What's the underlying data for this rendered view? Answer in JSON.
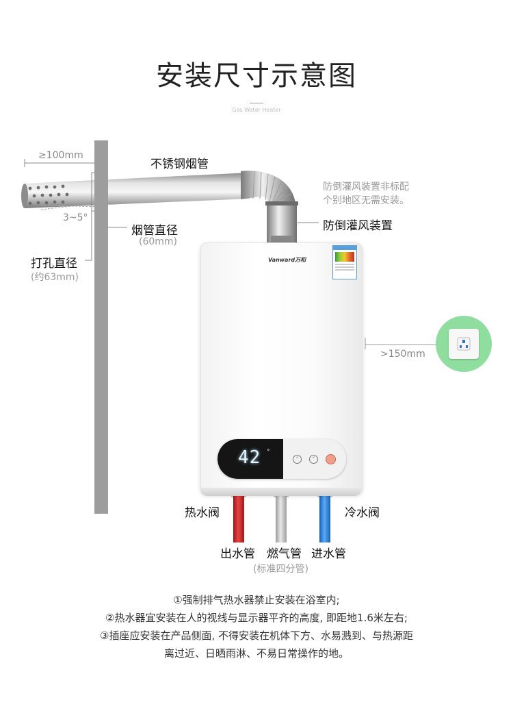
{
  "header": {
    "title": "安装尺寸示意图",
    "subtitle": "Gas Water Heater"
  },
  "labels": {
    "flue_pipe": "不锈钢烟管",
    "wall_distance": "≥100mm",
    "slope": "3~5°",
    "pipe_diameter": "烟管直径",
    "pipe_diameter_value": "(60mm)",
    "hole_diameter": "打孔直径",
    "hole_diameter_value": "(约63mm)",
    "anti_backdraft": "防倒灌风装置",
    "anti_backdraft_note_1": "防倒灌风装置非标配",
    "anti_backdraft_note_2": "个别地区无需安装。",
    "socket_distance": ">150mm",
    "hot_water_valve": "热水阀",
    "cold_water_valve": "冷水阀",
    "water_out": "出水管",
    "gas_pipe": "燃气管",
    "water_in": "进水管",
    "pipe_standard": "(标准四分管)"
  },
  "heater": {
    "brand": "Vanward万和",
    "temperature": "42",
    "temperature_unit": "°"
  },
  "notes": [
    "①强制排气热水器禁止安装在浴室内;",
    "②热水器宜安装在人的视线与显示器平齐的高度, 即距地1.6米左右;",
    "③插座应安装在产品侧面, 不得安装在机体下方、水易溅到、与热源距",
    "离过近、日晒雨淋、不易日常操作的地。"
  ],
  "colors": {
    "hot_pipe": "#d42a2a",
    "cold_pipe": "#2f86e0",
    "gas_pipe": "#c4c4c4",
    "socket_bg": "#8fde9f",
    "wall": "#9d9d9d"
  },
  "icons": {
    "socket": "power-socket-icon",
    "power": "power-button-icon",
    "mode_up": "chevron-up-icon",
    "mode_down": "chevron-down-icon"
  }
}
